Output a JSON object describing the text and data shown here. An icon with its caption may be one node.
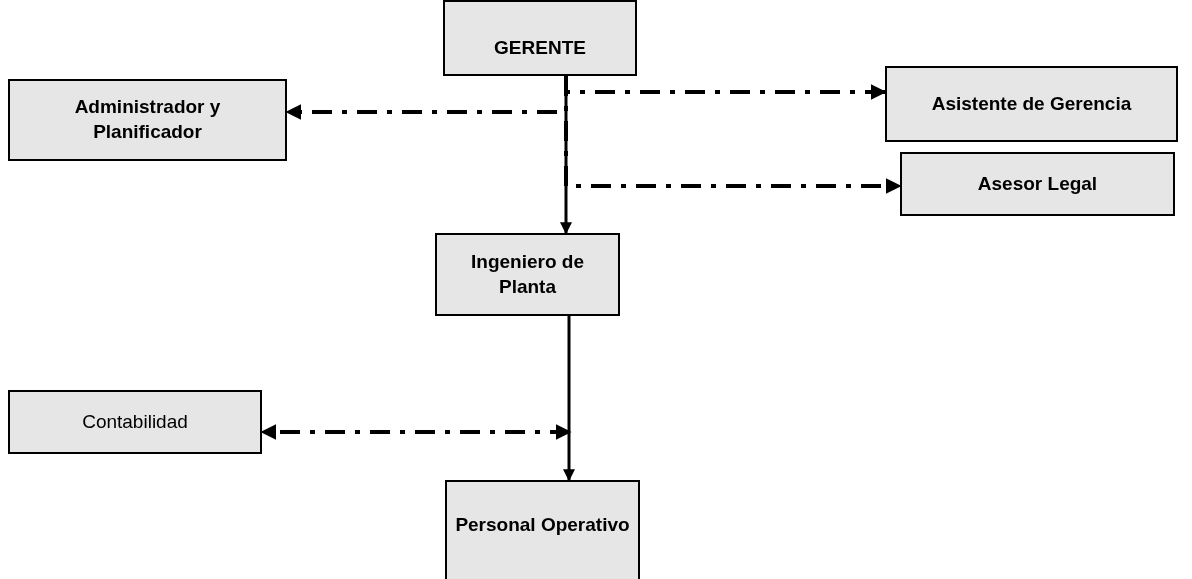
{
  "diagram": {
    "nodes": [
      {
        "text": [
          "GERENTE"
        ]
      },
      {
        "text": [
          "Administrador y Planificador"
        ]
      },
      {
        "text": [
          "Asistente de Gerencia"
        ]
      },
      {
        "text": [
          "Asesor Legal"
        ]
      },
      {
        "text": [
          "Ingeniero de Planta"
        ]
      },
      {
        "text": [
          "Contabilidad"
        ]
      },
      {
        "text": [
          "Personal Operativo"
        ]
      }
    ],
    "edges": [
      {
        "from": 0,
        "to": 4,
        "arrow": "to"
      },
      {
        "from": 0,
        "to": 1,
        "arrow": "to",
        "style": "dashed"
      },
      {
        "from": 0,
        "to": 2,
        "arrow": "to",
        "style": "dashed"
      },
      {
        "from": 0,
        "to": 3,
        "arrow": "to",
        "style": "dashed"
      },
      {
        "from": 4,
        "to": 6,
        "arrow": "to"
      },
      {
        "from": null,
        "to": 5,
        "arrow": "both",
        "style": "dashed"
      }
    ]
  }
}
